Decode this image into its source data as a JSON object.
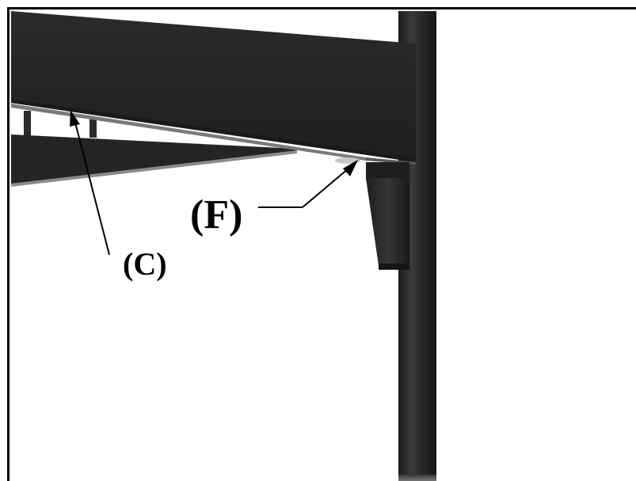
{
  "figure": {
    "callouts": [
      {
        "id": "C",
        "label": "(C)",
        "part": "side-rail"
      },
      {
        "id": "F",
        "label": "(F)",
        "part": "bracket-hook"
      }
    ],
    "colors": {
      "background": "#ffffff",
      "frame": "#000000",
      "rail_dark": "#262626",
      "rail_edge": "#7a7a7a",
      "post_dark": "#222222",
      "post_highlight": "#3d3d3d",
      "bracket": "#2a2a2a",
      "leader_line": "#000000"
    }
  }
}
